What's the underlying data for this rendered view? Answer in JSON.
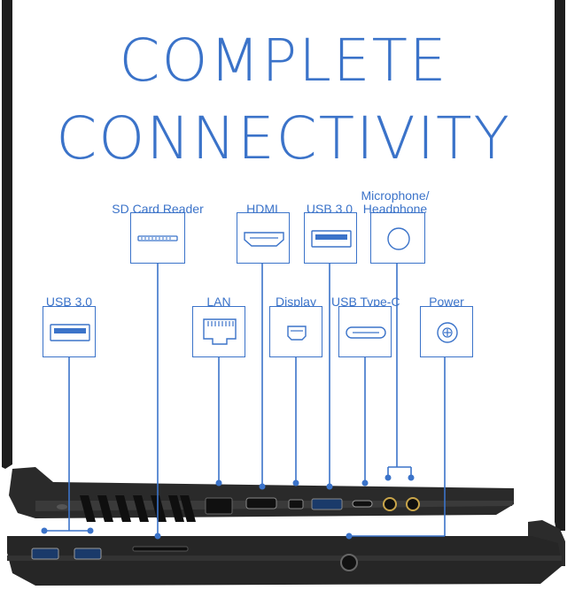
{
  "headline": {
    "line1": "COMPLETE",
    "line2": "CONNECTIVITY"
  },
  "ports": [
    {
      "id": "sd-card-reader",
      "label": "SD Card Reader"
    },
    {
      "id": "hdmi",
      "label": "HDMI"
    },
    {
      "id": "usb-3-top",
      "label": "USB 3.0"
    },
    {
      "id": "mic-headphone",
      "label_line1": "Microphone/",
      "label_line2": "Headphone"
    },
    {
      "id": "usb-3-left",
      "label": "USB 3.0"
    },
    {
      "id": "lan",
      "label": "LAN"
    },
    {
      "id": "display",
      "label": "Display"
    },
    {
      "id": "usb-type-c",
      "label": "USB Type-C"
    },
    {
      "id": "power",
      "label": "Power"
    }
  ],
  "colors": {
    "accent": "#3b73c9",
    "laptop_body": "#2a2a2a",
    "laptop_edge": "#4a4a4a",
    "port_metal": "#8a8a8a"
  }
}
